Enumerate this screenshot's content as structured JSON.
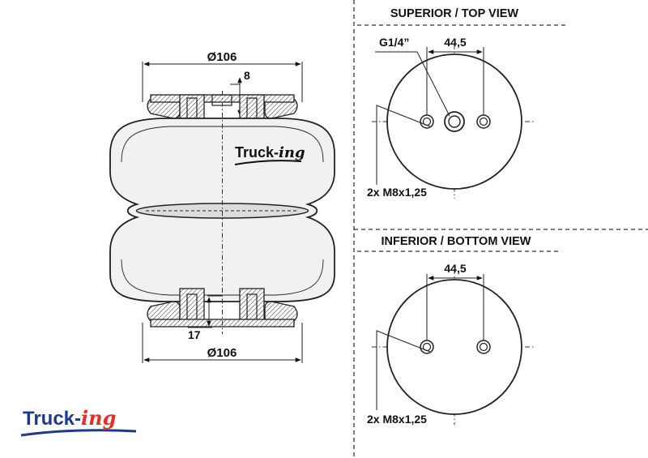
{
  "drawing": {
    "side_view": {
      "top_diameter": "Ø106",
      "top_offset": "8",
      "bottom_height": "17",
      "bottom_diameter": "Ø106",
      "body_logo_main": "Truck-",
      "body_logo_accent": "ing"
    },
    "top_view": {
      "title": "SUPERIOR / TOP VIEW",
      "port_label": "G1/4”",
      "spacing": "44,5",
      "thread_label": "2x M8x1,25"
    },
    "bottom_view": {
      "title": "INFERIOR / BOTTOM VIEW",
      "spacing": "44,5",
      "thread_label": "2x M8x1,25"
    },
    "brand": {
      "logo_main": "Truck-",
      "logo_accent": "ing",
      "primary_color": "#1f3a8a",
      "accent_color": "#e0302a"
    }
  }
}
